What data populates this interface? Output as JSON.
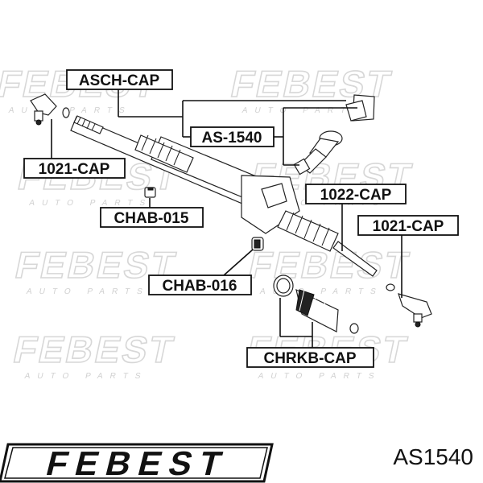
{
  "watermark": {
    "brand": "FEBEST",
    "sub": "AUTO PARTS"
  },
  "callouts": {
    "asch_cap": "ASCH-CAP",
    "as_1540": "AS-1540",
    "tie_end_left": "1021-CAP",
    "chab_015": "CHAB-015",
    "chab_016": "CHAB-016",
    "rod_1022": "1022-CAP",
    "tie_end_right": "1021-CAP",
    "boot_chrkb": "CHRKB-CAP"
  },
  "footer": {
    "brand_logo": "FEBEST",
    "part_number": "AS1540"
  }
}
